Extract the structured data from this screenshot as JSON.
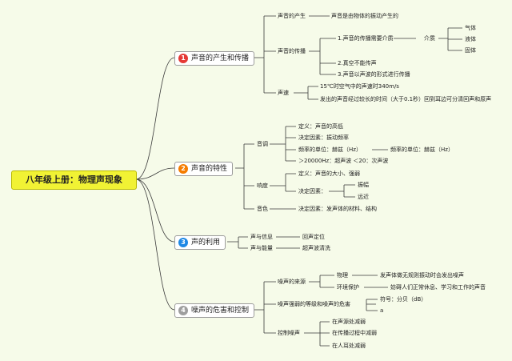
{
  "title": "八年级上册：物理声现象",
  "branches": [
    {
      "num": "1",
      "label": "声音的产生和传播",
      "color": "#e53935"
    },
    {
      "num": "2",
      "label": "声音的特性",
      "color": "#f57c00"
    },
    {
      "num": "3",
      "label": "声的利用",
      "color": "#1e88e5"
    },
    {
      "num": "4",
      "label": "噪声的危害和控制",
      "color": "#9e9e9e"
    }
  ],
  "b1": {
    "produce": "声音的产生",
    "produce_desc": "声音是由物体的振动产生的",
    "spread": "声音的传播",
    "medium_rule": "1.声音的传播需要介质",
    "medium": "介质",
    "gas": "气体",
    "liquid": "液体",
    "solid": "固体",
    "vacuum": "2.真空不能传声",
    "wave": "3.声音以声波的形式进行传播",
    "speed": "声速",
    "speed_value": "15℃时空气中的声速时340m/s",
    "echo": "发出的声音经过较长的时间（大于0.1秒）回到耳边可分清回声和原声"
  },
  "b2": {
    "pitch": "音调",
    "pitch_def": "定义：声音的高低",
    "pitch_factor": "决定因素：振动频率",
    "freq_unit": "频率的单位：赫兹（Hz）",
    "freq_unit2": "频率的单位：赫兹（Hz）",
    "range": "＞20000Hz：超声波 ＜20：次声波",
    "loudness": "响度",
    "loud_def": "定义：声音的大小、强弱",
    "loud_factor": "决定因素：",
    "amplitude": "振幅",
    "distance": "远近",
    "timbre": "音色",
    "timbre_factor": "决定因素：发声体的材料、结构"
  },
  "b3": {
    "info": "声与信息",
    "info_ex": "回声定位",
    "energy": "声与能量",
    "energy_ex": "超声波清洗"
  },
  "b4": {
    "source": "噪声的来源",
    "physics": "物理",
    "physics_desc": "发声体做无规则振动时会发出噪声",
    "env": "环境保护",
    "env_desc": "妨碍人们正常休息、学习和工作的声音",
    "level": "噪声强弱的等级和噪声的危害",
    "symbol": "符号：分贝（dB）",
    "a": "a",
    "control": "控制噪声",
    "c1": "在声源处减弱",
    "c2": "在传播过程中减弱",
    "c3": "在人耳处减弱"
  }
}
